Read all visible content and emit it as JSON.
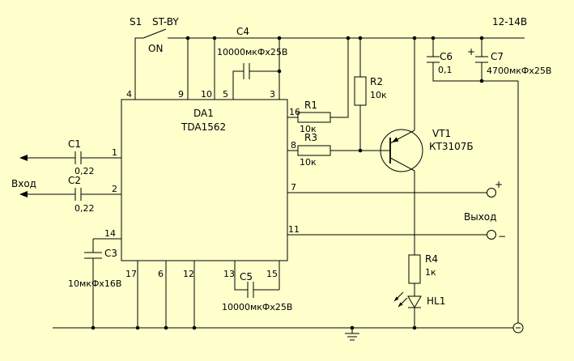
{
  "colors": {
    "background": "#FFFFCC",
    "line": "#000000"
  },
  "power": {
    "supply": "12-14В"
  },
  "switch": {
    "ref": "S1",
    "label": "ST-BY",
    "position": "ON"
  },
  "ic": {
    "ref": "DA1",
    "type": "TDA1562",
    "pins": {
      "p1": "1",
      "p2": "2",
      "p3": "3",
      "p4": "4",
      "p5": "5",
      "p6": "6",
      "p7": "7",
      "p8": "8",
      "p9": "9",
      "p10": "10",
      "p11": "11",
      "p12": "12",
      "p13": "13",
      "p14": "14",
      "p15": "15",
      "p16": "16",
      "p17": "17"
    }
  },
  "capacitors": {
    "c1": {
      "ref": "C1",
      "value": "0,22"
    },
    "c2": {
      "ref": "C2",
      "value": "0,22"
    },
    "c3": {
      "ref": "C3",
      "value": "10мкФх16В"
    },
    "c4": {
      "ref": "C4",
      "value": "10000мкФх25В"
    },
    "c5": {
      "ref": "C5",
      "value": "10000мкФх25В"
    },
    "c6": {
      "ref": "C6",
      "value": "0,1"
    },
    "c7": {
      "ref": "C7",
      "value": "4700мкФх25В",
      "polarity": "+"
    }
  },
  "resistors": {
    "r1": {
      "ref": "R1",
      "value": "10к"
    },
    "r2": {
      "ref": "R2",
      "value": "10к"
    },
    "r3": {
      "ref": "R3",
      "value": "10к"
    },
    "r4": {
      "ref": "R4",
      "value": "1к"
    }
  },
  "transistor": {
    "ref": "VT1",
    "type": "КТ3107Б"
  },
  "led": {
    "ref": "HL1"
  },
  "io": {
    "input": "Вход",
    "output": "Выход",
    "plus": "+",
    "minus": "−"
  }
}
